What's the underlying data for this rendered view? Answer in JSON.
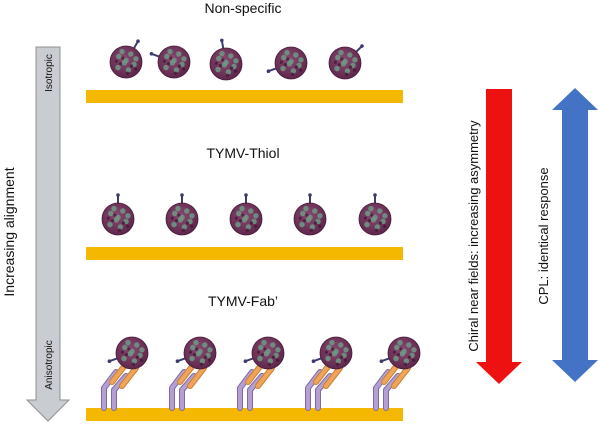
{
  "panels": [
    {
      "title": "Non-specific",
      "attachment": "random-orientation",
      "particle_count": 5
    },
    {
      "title": "TYMV-Thiol",
      "attachment": "thiol",
      "particle_count": 5
    },
    {
      "title": "TYMV-Fab’",
      "attachment": "fab-antibody",
      "particle_count": 5
    }
  ],
  "left_axis": {
    "label": "Increasing alignment",
    "top_label": "Isotropic",
    "bottom_label": "Anisotropic"
  },
  "right_arrows": [
    {
      "label": "Chiral near fields: increasing asymmetry",
      "color": "#ee1111",
      "direction": "down"
    },
    {
      "label": "CPL: identical response",
      "color": "#4472c4",
      "direction": "both"
    }
  ],
  "colors": {
    "substrate": "#f5b800",
    "axis_arrow": "#c9ccd0",
    "virus": "#7a3560",
    "virus_patch": "#6d9a86",
    "antibody_light": "#f0a45a",
    "antibody_heavy": "#b59fd0"
  }
}
